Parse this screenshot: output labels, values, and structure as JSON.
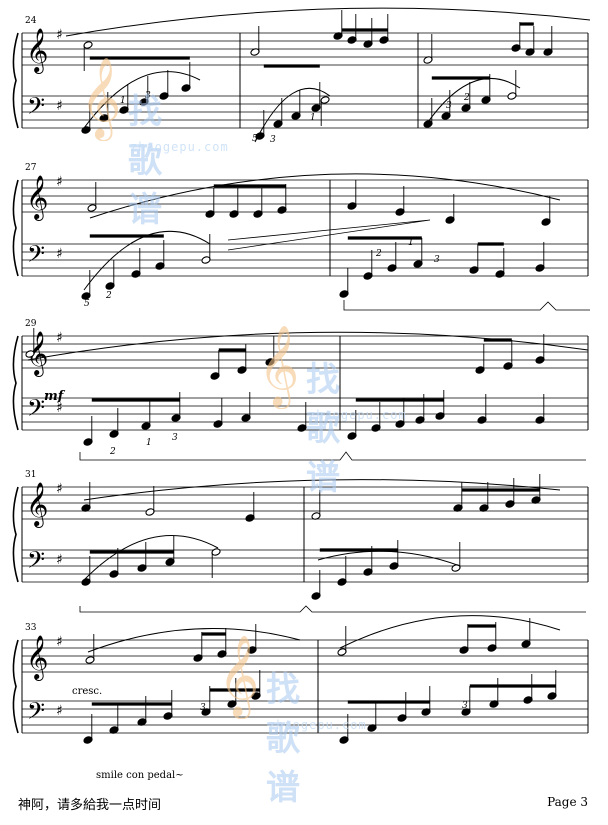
{
  "score": {
    "systems": [
      {
        "measure_start": "24",
        "dynamics": [],
        "pedal_text": "",
        "fingerings": [
          "1",
          "3",
          "5",
          "3",
          "1",
          "3",
          "2"
        ]
      },
      {
        "measure_start": "27",
        "dynamics": [],
        "pedal_text": "",
        "fingerings": [
          "5",
          "2",
          "2",
          "1",
          "3"
        ]
      },
      {
        "measure_start": "29",
        "dynamics": [
          "mf"
        ],
        "pedal_text": "",
        "fingerings": [
          "2",
          "1",
          "3"
        ]
      },
      {
        "measure_start": "31",
        "dynamics": [],
        "pedal_text": "",
        "fingerings": []
      },
      {
        "measure_start": "33",
        "dynamics": [
          "cresc."
        ],
        "pedal_text": "smile con pedal~",
        "fingerings": [
          "3",
          "3"
        ]
      }
    ],
    "watermark": {
      "brand": "找歌谱",
      "url": "zhaogepu.com"
    }
  },
  "footer": {
    "title": "神阿，请多給我一点时间",
    "page": "Page 3"
  }
}
